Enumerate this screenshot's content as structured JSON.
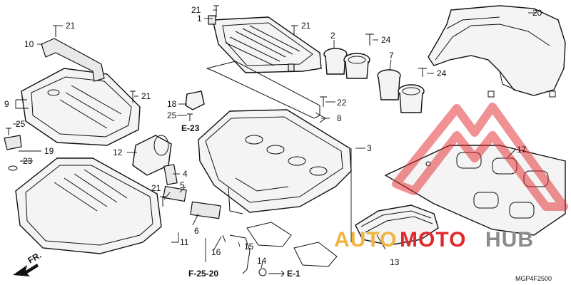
{
  "diagram": {
    "code": "MGP4F2500",
    "front_label": "FR.",
    "watermark": {
      "part1": "AUTO",
      "part2": "MOTO",
      "part3": "HUB"
    },
    "colors": {
      "watermark_orange": "#f2b441",
      "watermark_red": "#e3282c",
      "watermark_gray": "#8a8a8a"
    },
    "callouts": [
      {
        "id": "c1",
        "text": "1"
      },
      {
        "id": "c2",
        "text": "2"
      },
      {
        "id": "c3",
        "text": "3"
      },
      {
        "id": "c4",
        "text": "4"
      },
      {
        "id": "c5",
        "text": "5"
      },
      {
        "id": "c6",
        "text": "6"
      },
      {
        "id": "c7",
        "text": "7"
      },
      {
        "id": "c8",
        "text": "8"
      },
      {
        "id": "c9",
        "text": "9"
      },
      {
        "id": "c10",
        "text": "10"
      },
      {
        "id": "c11",
        "text": "11"
      },
      {
        "id": "c12",
        "text": "12"
      },
      {
        "id": "c13",
        "text": "13"
      },
      {
        "id": "c14",
        "text": "14"
      },
      {
        "id": "c15",
        "text": "15"
      },
      {
        "id": "c16",
        "text": "16"
      },
      {
        "id": "c17",
        "text": "17"
      },
      {
        "id": "c18",
        "text": "18"
      },
      {
        "id": "c19",
        "text": "19"
      },
      {
        "id": "c20",
        "text": "20"
      },
      {
        "id": "c21a",
        "text": "21"
      },
      {
        "id": "c21b",
        "text": "21"
      },
      {
        "id": "c21c",
        "text": "21"
      },
      {
        "id": "c21d",
        "text": "21"
      },
      {
        "id": "c21e",
        "text": "21"
      },
      {
        "id": "c22",
        "text": "22"
      },
      {
        "id": "c23",
        "text": "23"
      },
      {
        "id": "c24a",
        "text": "24"
      },
      {
        "id": "c24b",
        "text": "24"
      },
      {
        "id": "c25a",
        "text": "25"
      },
      {
        "id": "c25b",
        "text": "25"
      }
    ],
    "references": [
      {
        "id": "e23",
        "text": "E-23"
      },
      {
        "id": "f2520",
        "text": "F-25-20"
      },
      {
        "id": "e1",
        "text": "E-1"
      }
    ]
  }
}
